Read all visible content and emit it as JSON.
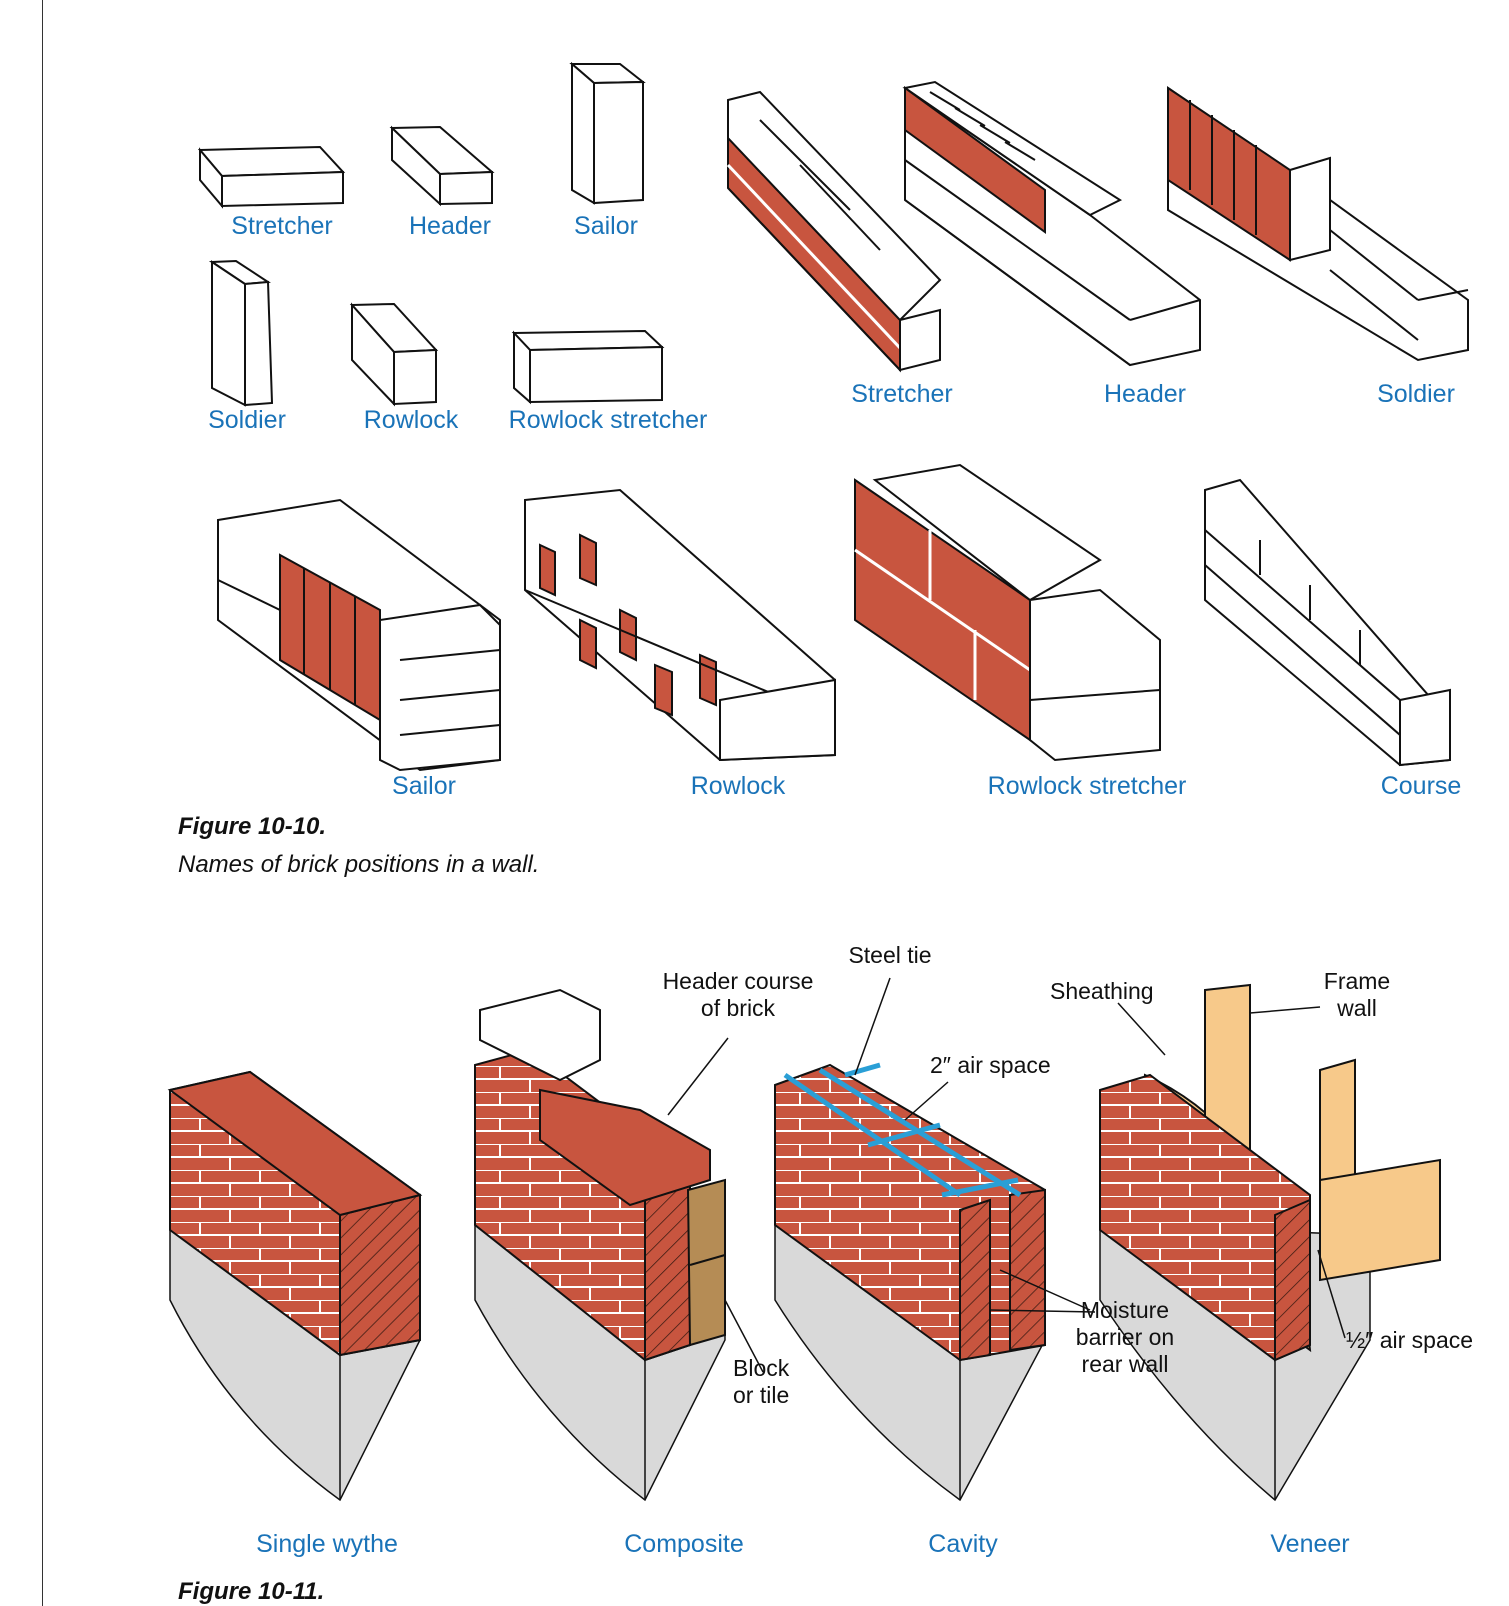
{
  "figure_10_10": {
    "number": "Figure 10-10.",
    "caption": "Names of brick positions in a wall.",
    "single_bricks": [
      "Stretcher",
      "Header",
      "Sailor",
      "Soldier",
      "Rowlock",
      "Rowlock stretcher"
    ],
    "walls_top": [
      "Stretcher",
      "Header",
      "Soldier"
    ],
    "walls_bottom": [
      "Sailor",
      "Rowlock",
      "Rowlock stretcher",
      "Course"
    ]
  },
  "figure_10_11": {
    "number": "Figure 10-11.",
    "walls": [
      "Single wythe",
      "Composite",
      "Cavity",
      "Veneer"
    ],
    "callouts": {
      "header_course": "Header course\nof brick",
      "steel_tie": "Steel tie",
      "air_space_2": "2″ air space",
      "block_tile": "Block\nor tile",
      "moisture_barrier": "Moisture\nbarrier on\nrear wall",
      "sheathing": "Sheathing",
      "frame_wall": "Frame\nwall",
      "air_space_half": "½″ air space"
    }
  },
  "colors": {
    "label": "#1a73b8",
    "brick": "#c8553f",
    "concrete": "#d9d9d9",
    "wood": "#f7c98a",
    "block": "#b58c55",
    "tie": "#2a9fd6"
  }
}
